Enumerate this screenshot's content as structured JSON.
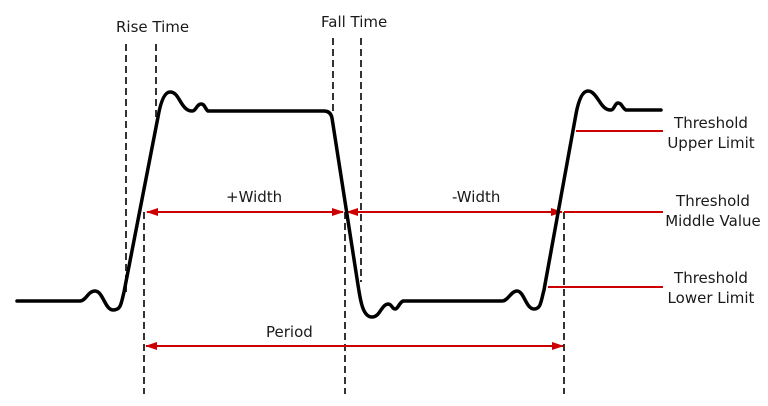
{
  "labels": {
    "rise_time": "Rise Time",
    "fall_time": "Fall Time",
    "plus_width": "+Width",
    "minus_width": "-Width",
    "period": "Period",
    "threshold_upper_line1": "Threshold",
    "threshold_upper_line2": "Upper Limit",
    "threshold_middle_line1": "Threshold",
    "threshold_middle_line2": "Middle Value",
    "threshold_lower_line1": "Threshold",
    "threshold_lower_line2": "Lower Limit"
  },
  "colors": {
    "waveform": "#000000",
    "annotation": "#cc0000",
    "dashed_guide": "#333333",
    "text": "#1a1a1a"
  }
}
